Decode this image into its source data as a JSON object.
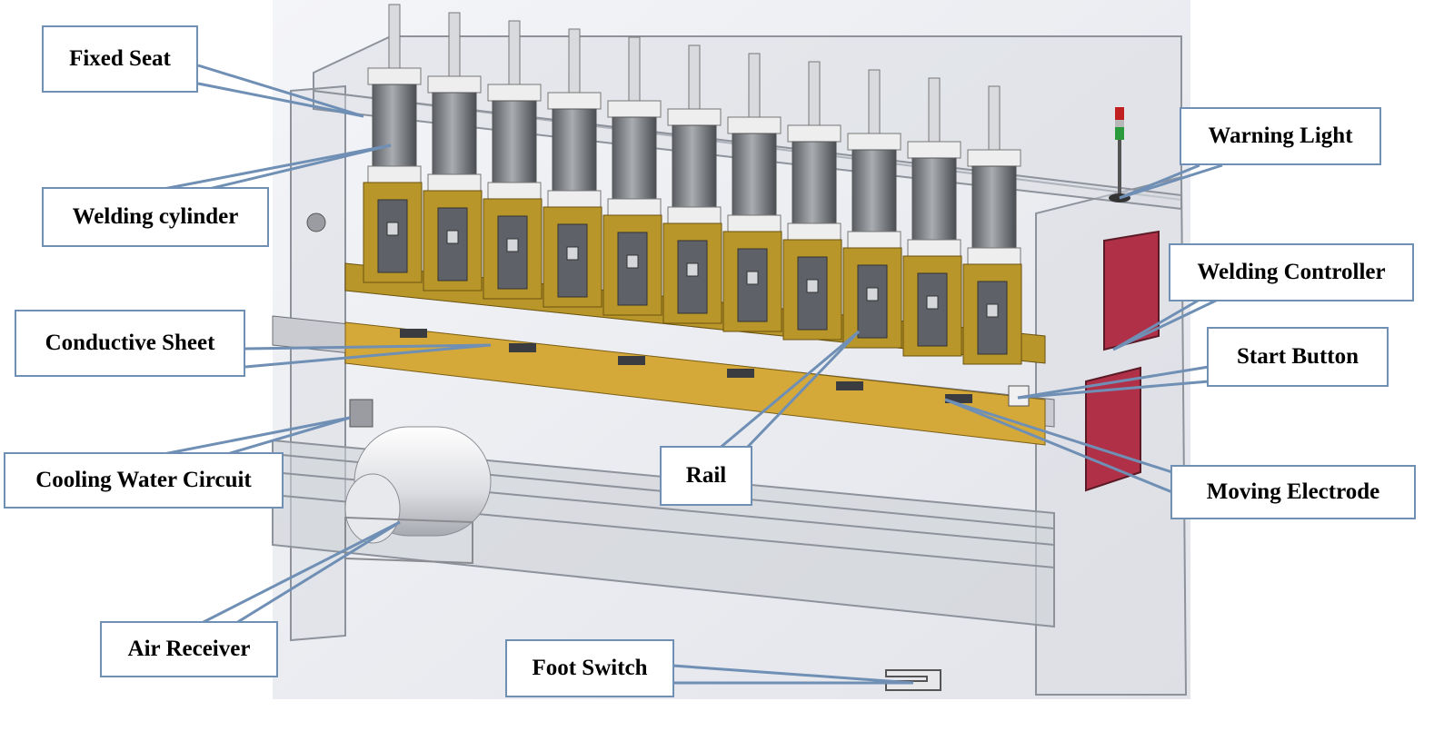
{
  "labels": {
    "fixed_seat": "Fixed Seat",
    "welding_cylinder": "Welding cylinder",
    "conductive_sheet": "Conductive Sheet",
    "cooling_water_circuit": "Cooling Water Circuit",
    "air_receiver": "Air Receiver",
    "foot_switch": "Foot Switch",
    "rail": "Rail",
    "moving_electrode": "Moving Electrode",
    "start_button": "Start Button",
    "welding_controller": "Welding Controller",
    "warning_light": "Warning Light"
  },
  "colors": {
    "callout_line": "#6f8fb5",
    "frame": "#c9cdd4",
    "brass": "#b8962a",
    "controller": "#b03048"
  }
}
